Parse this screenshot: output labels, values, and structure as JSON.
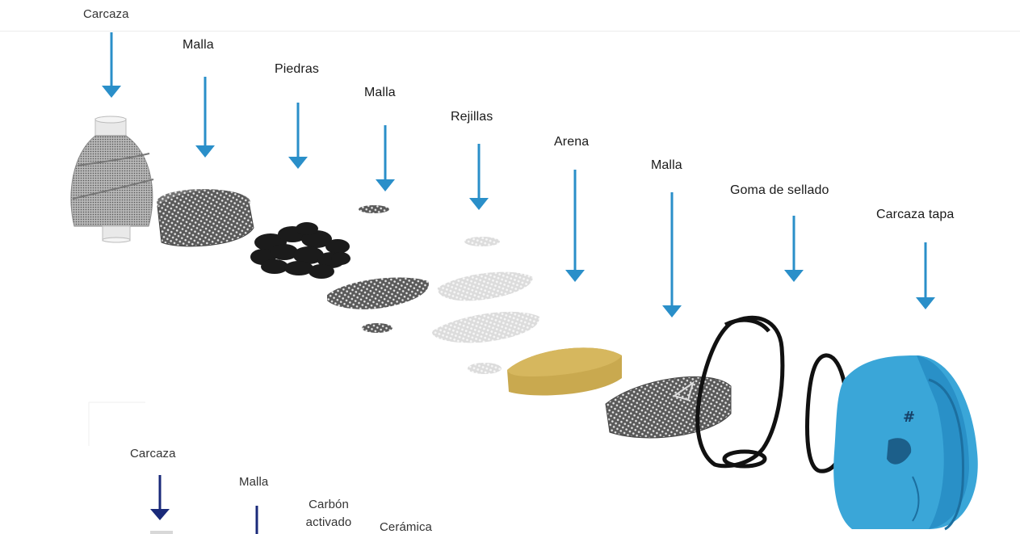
{
  "top_labels": [
    "Carcaza",
    "Malla",
    "Piedras",
    "Malla",
    "Rejillas",
    "Arena",
    "Malla",
    "Goma de sellado",
    "Carcaza tapa"
  ],
  "bottom_labels": [
    "Carcaza",
    "Malla",
    "Carbón\nactivado",
    "Cerámica"
  ],
  "colors": {
    "arrow_light": "#2a8fc9",
    "arrow_dark": "#1a2a7a",
    "sand": "#c9a94f",
    "shell_blue": "#3aa6d8",
    "stones": "#1b1b1b",
    "mesh_dark": "#3a3a3a",
    "grille_light": "#e6e6e6"
  },
  "icons": {
    "arrow": "arrow-down-icon",
    "housing": "filter-housing-icon",
    "mesh": "mesh-disc-icon",
    "stones": "stones-icon",
    "grille": "grille-disc-icon",
    "sand": "sand-layer-icon",
    "gasket": "sealing-gasket-icon",
    "cap": "housing-cap-icon"
  }
}
